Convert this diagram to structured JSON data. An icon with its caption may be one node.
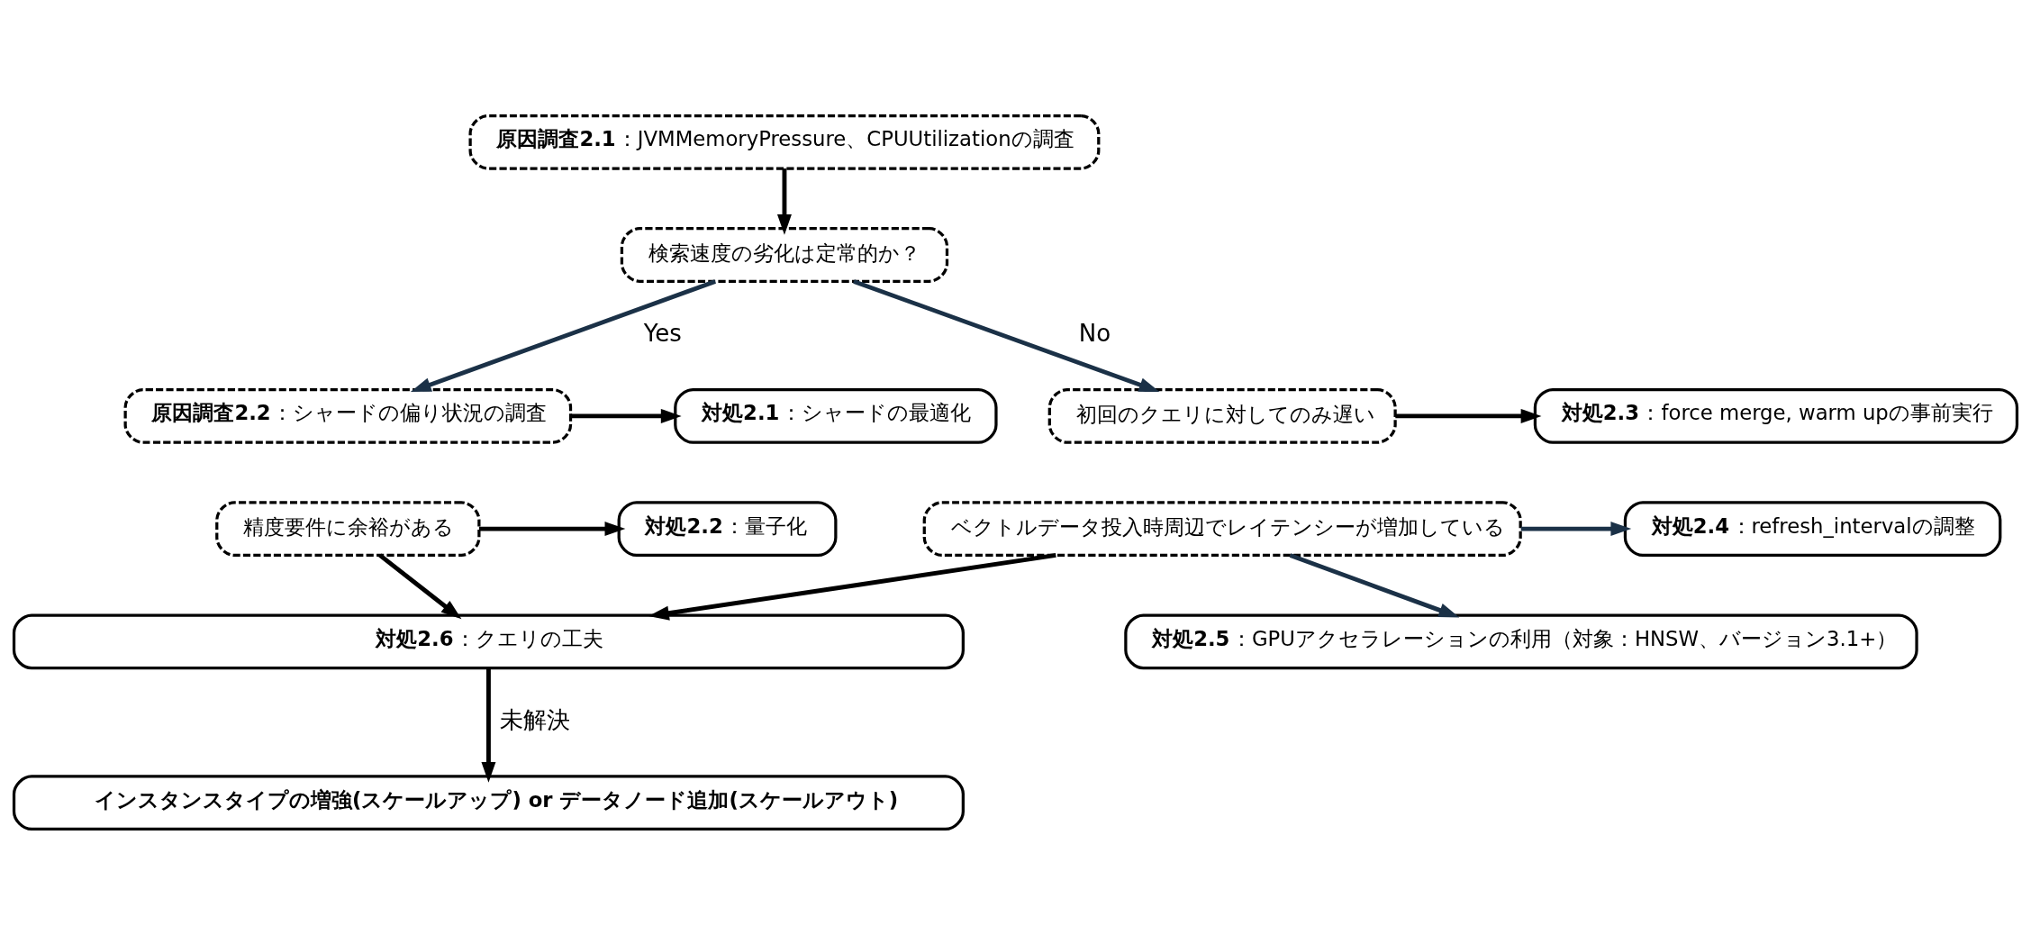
{
  "diagram": {
    "nodes": [
      {
        "text": [
          "**原因調査2.1**：JVMMemoryPressure、CPUUtilizationの調査"
        ]
      },
      {
        "text": [
          "検索速度の劣化は定常的か？"
        ]
      },
      {
        "text": [
          "**原因調査2.2**：シャードの偏り状況の調査"
        ]
      },
      {
        "text": [
          "**対処2.1**：シャードの最適化"
        ]
      },
      {
        "text": [
          "精度要件に余裕がある"
        ]
      },
      {
        "text": [
          "**対処2.2**：量子化"
        ]
      },
      {
        "text": [
          "初回のクエリに対してのみ遅い"
        ]
      },
      {
        "text": [
          "**対処2.3**：force merge, warm upの事前実行"
        ]
      },
      {
        "text": [
          "ベクトルデータ投入時周辺でレイテンシーが増加している"
        ]
      },
      {
        "text": [
          "**対処2.4**：refresh_intervalの調整"
        ]
      },
      {
        "text": [
          "**対処2.5**：GPUアクセラレーションの利用（対象：HNSW、バージョン3.1+）"
        ]
      },
      {
        "text": [
          "**対処2.6**：クエリの工夫"
        ]
      },
      {
        "text": [
          "インスタンスタイプの増強(スケールアップ) or データノード追加(スケールアウト)"
        ]
      }
    ],
    "edges": [
      {
        "from": 0,
        "to": 1,
        "arrow": "to"
      },
      {
        "from": 1,
        "to": 2,
        "arrow": "to",
        "label": "Yes",
        "color": "#1b3147"
      },
      {
        "from": 1,
        "to": 6,
        "arrow": "to",
        "label": "No",
        "color": "#1b3147"
      },
      {
        "from": 2,
        "to": 3,
        "arrow": "to"
      },
      {
        "from": 4,
        "to": 5,
        "arrow": "to"
      },
      {
        "from": 6,
        "to": 7,
        "arrow": "to"
      },
      {
        "from": 8,
        "to": 9,
        "arrow": "to",
        "color": "#1b3147"
      },
      {
        "from": 8,
        "to": 10,
        "arrow": "to",
        "color": "#1b3147"
      },
      {
        "from": 4,
        "to": 11,
        "arrow": "to"
      },
      {
        "from": 8,
        "to": 11,
        "arrow": "to"
      },
      {
        "from": 11,
        "to": 12,
        "arrow": "to",
        "label": "未解決"
      }
    ]
  }
}
